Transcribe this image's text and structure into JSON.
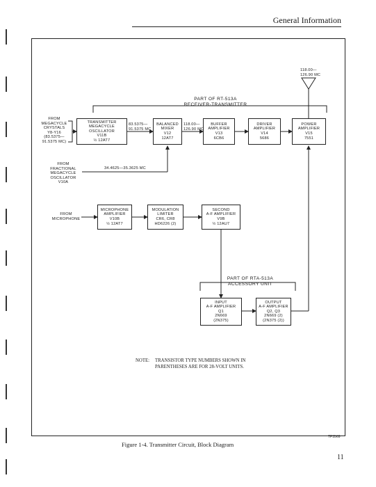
{
  "header": {
    "title": "General Information"
  },
  "groups": {
    "receiver_transmitter": "PART OF RT-513A\nRECEIVER-TRANSMITTER",
    "accessory_unit": "PART OF RTA-513A\nACCESSORY UNIT"
  },
  "blocks": {
    "tx_oscillator": "TRANSMITTER\nMEGACYCLE\nOSCILLATOR\nV11B\n½ 12AT7",
    "balanced_mixer": "BALANCED\nMIXER\nV12\n12AT7",
    "buffer_amplifier": "BUFFER\nAMPLIFIER\nV13\n6CB6",
    "driver_amplifier": "DRIVER\nAMPLIFIER\nV14\n5686",
    "power_amplifier": "POWER\nAMPLIFIER\nV15\n7551",
    "microphone_amplifier": "MICROPHONE\nAMPLIFIER\nV10B\n½ 12AT7",
    "modulation_limiter": "MODULATION\nLIMITER\nCR6, CR8\nHD6226 (2)",
    "second_af_amplifier": "SECOND\nA-F AMPLIFIER\nV9B\n½ 12AU7",
    "input_af_amplifier": "INPUT\nA-F AMPLIFIER\nQ1\n2N669\n(2N375)",
    "output_af_amplifier": "OUTPUT\nA-F AMPLIFIER\nQ2, Q3\n2N669 (2)\n(2N375 (2))"
  },
  "labels": {
    "from_crystals": "FROM\nMEGACYCLE\nCRYSTALS\nY8-Y16\n(83.5375—\n91.5375 MC)",
    "osc_output_freq": "83.5375—\n91.5375 MC",
    "mixer_output_freq": "118.00—\n126.90 MC",
    "antenna_freq": "118.00—\n126.90 MC",
    "from_fractional_osc": "FROM\nFRACTIONAL\nMEGACYCLE\nOSCILLATOR\nV10A",
    "fractional_freq": "34.4625—35.3625 MC",
    "from_microphone": "FROM\nMICROPHONE"
  },
  "note": {
    "tag": "NOTE:",
    "text": "TRANSISTOR TYPE NUMBERS SHOWN IN\nPARENTHESES ARE FOR 28-VOLT UNITS."
  },
  "reference": "TP3569",
  "caption": "Figure 1-4.  Transmitter Circuit, Block Diagram",
  "page_number": "11"
}
